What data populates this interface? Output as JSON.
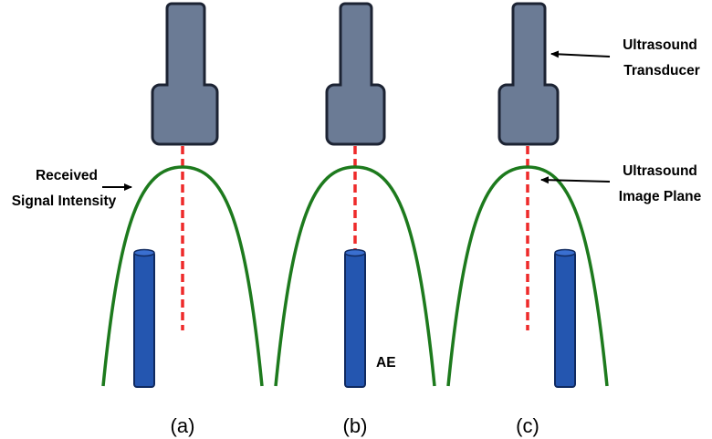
{
  "colors": {
    "transducer_fill": "#6b7b95",
    "transducer_stroke": "#1c2333",
    "beam": "#ee2a2a",
    "curve": "#1d7a1d",
    "needle_fill": "#2456b0",
    "needle_stroke": "#102a60",
    "arrow": "#000000"
  },
  "icons": [
    "transducer-icon",
    "needle-icon",
    "arrow-icon"
  ],
  "panels": [
    {
      "caption": "(a)"
    },
    {
      "caption": "(b)"
    },
    {
      "caption": "(c)"
    }
  ],
  "labels": {
    "received_signal_line1": "Received",
    "received_signal_line2": "Signal Intensity",
    "ultrasound_transducer_line1": "Ultrasound",
    "ultrasound_transducer_line2": "Transducer",
    "image_plane_line1": "Ultrasound",
    "image_plane_line2": "Image Plane",
    "ae": "AE"
  }
}
